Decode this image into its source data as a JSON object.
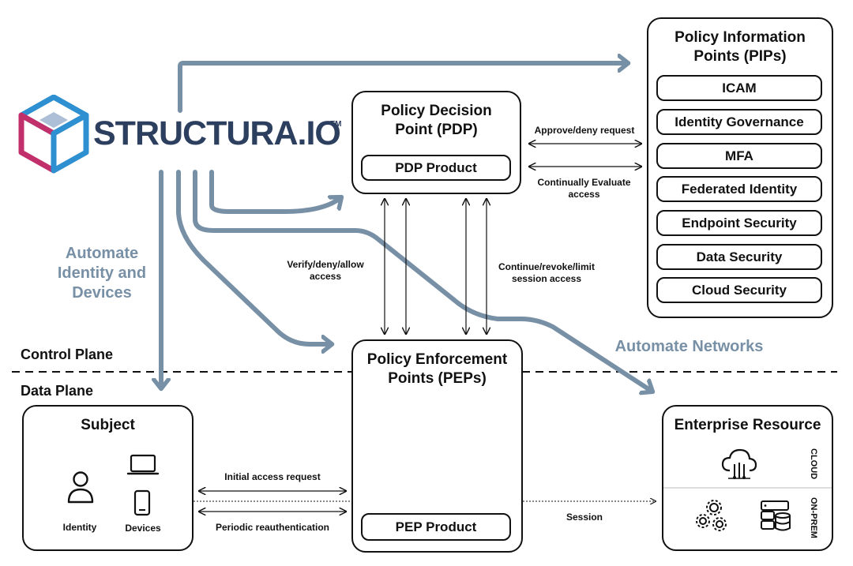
{
  "logo": {
    "text": "STRUCTURA.IO",
    "tm": "TM"
  },
  "pips": {
    "title": "Policy Information Points (PIPs)",
    "items": [
      "ICAM",
      "Identity Governance",
      "MFA",
      "Federated Identity",
      "Endpoint Security",
      "Data Security",
      "Cloud Security"
    ]
  },
  "pdp": {
    "title": "Policy Decision Point (PDP)",
    "product": "PDP Product"
  },
  "pep": {
    "title": "Policy Enforcement Points (PEPs)",
    "product": "PEP Product"
  },
  "subject": {
    "title": "Subject",
    "identity": "Identity",
    "devices": "Devices"
  },
  "enterprise": {
    "title": "Enterprise Resource",
    "cloud": "CLOUD",
    "onprem": "ON-PREM"
  },
  "labels": {
    "approve_deny": "Approve/deny request",
    "continually_evaluate": "Continually Evaluate access",
    "verify_deny_allow": "Verify/deny/allow access",
    "continue_revoke": "Continue/revoke/limit session access",
    "initial_access": "Initial access request",
    "periodic_reauth": "Periodic reauthentication",
    "session": "Session",
    "automate_identity": "Automate Identity and Devices",
    "automate_networks": "Automate Networks",
    "control_plane": "Control Plane",
    "data_plane": "Data Plane"
  },
  "colors": {
    "flow_blue": "#7890a6",
    "logo_navy": "#2c3f5e",
    "cube_blue": "#2e8fd1",
    "cube_magenta": "#c2306c"
  }
}
